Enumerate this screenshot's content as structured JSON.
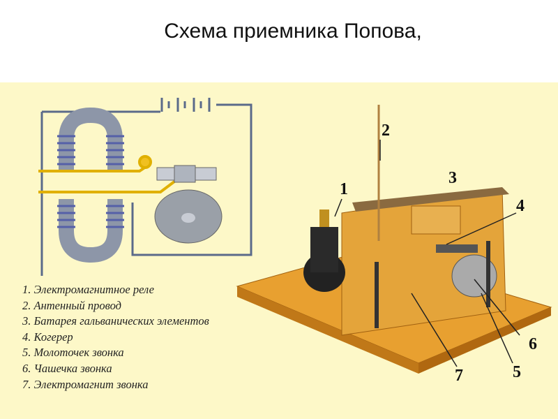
{
  "title": "Схема приемника Попова,",
  "legend": [
    "1. Электромагнитное реле",
    "2. Антенный провод",
    "3. Батарея гальванических элементов",
    "4. Когерер",
    "5. Молоточек звонка",
    "6. Чашечка звонка",
    "7. Электромагнит звонка"
  ],
  "callouts": [
    "1",
    "2",
    "3",
    "4",
    "5",
    "6",
    "7"
  ]
}
